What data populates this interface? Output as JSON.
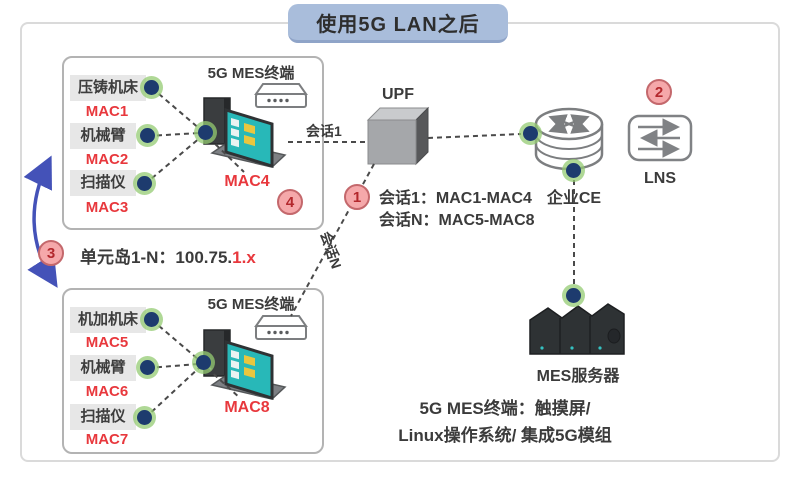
{
  "title": "使用5G LAN之后",
  "unit_top": {
    "terminal_title": "5G MES终端",
    "terminal_mac": "MAC4",
    "badge": "4",
    "devices": [
      {
        "label": "压铸机床",
        "mac": "MAC1"
      },
      {
        "label": "机械臂",
        "mac": "MAC2"
      },
      {
        "label": "扫描仪",
        "mac": "MAC3"
      }
    ]
  },
  "unit_bottom": {
    "terminal_title": "5G MES终端",
    "terminal_mac": "MAC8",
    "devices": [
      {
        "label": "机加机床",
        "mac": "MAC5"
      },
      {
        "label": "机械臂",
        "mac": "MAC6"
      },
      {
        "label": "扫描仪",
        "mac": "MAC7"
      }
    ]
  },
  "island": {
    "badge": "3",
    "label": "单元岛1-N：",
    "ip_black": "100.75.",
    "ip_red": "1.x"
  },
  "upf": {
    "label": "UPF"
  },
  "links": {
    "session1": "会话1",
    "sessionN": "会话N"
  },
  "legend": {
    "badge": "1",
    "line1": "会话1：MAC1-MAC4",
    "line2": "会话N：MAC5-MAC8"
  },
  "ce": {
    "label": "企业CE"
  },
  "lns": {
    "badge": "2",
    "label": "LNS"
  },
  "server": {
    "label": "MES服务器"
  },
  "footnote": {
    "line1": "5G MES终端：触摸屏/",
    "line2": "Linux操作系统/ 集成5G模组"
  },
  "colors": {
    "red": "#e8383d",
    "navy": "#1d3b6e",
    "green_ring": "#94cb73",
    "pill_blue": "#a9bddb",
    "badge_pink": "#f5a8aa",
    "dash_gray": "#4a4a4a",
    "arrow_blue": "#4452b8",
    "screen_teal": "#28b8b8"
  }
}
